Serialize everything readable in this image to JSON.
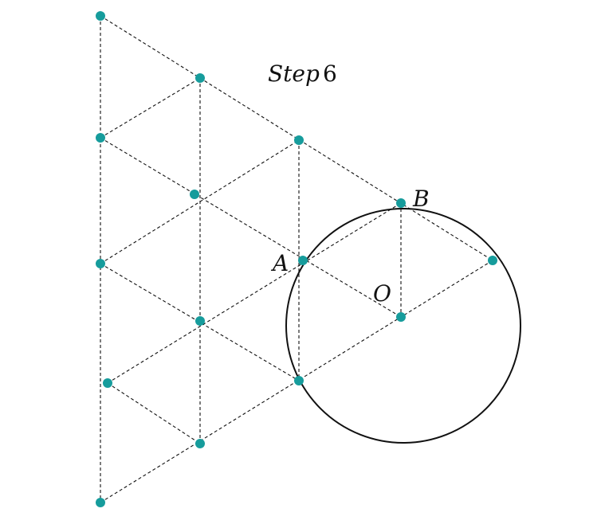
{
  "title": {
    "word": "Step",
    "number": "6"
  },
  "labels": {
    "A": "A",
    "B": "B",
    "O": "O"
  },
  "colors": {
    "point": "#169c9c",
    "line": "#111111"
  }
}
